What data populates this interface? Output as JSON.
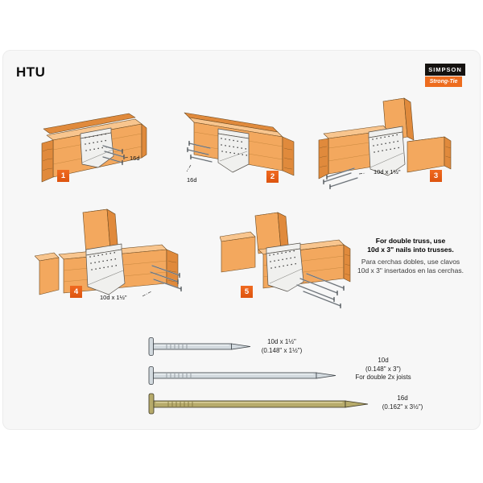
{
  "page": {
    "title": "HTU"
  },
  "logo": {
    "line1": "SIMPSON",
    "line2": "Strong-Tie"
  },
  "diagrams": [
    {
      "number": "1",
      "callout": "16d"
    },
    {
      "number": "2",
      "callout": "16d"
    },
    {
      "number": "3",
      "callout": "10d x 1½\""
    },
    {
      "number": "4",
      "callout": "10d x 1½\""
    },
    {
      "number": "5",
      "callout": ""
    }
  ],
  "note": {
    "en1": "For double truss, use",
    "en2": "10d x 3\" nails into trusses.",
    "es1": "Para cerchas dobles, use clavos",
    "es2": "10d x 3\" insertados en las cerchas."
  },
  "nail_legend": [
    {
      "name": "10d x 1½\"",
      "spec": "(0.148\" x 1½\")",
      "note": ""
    },
    {
      "name": "10d",
      "spec": "(0.148\" x 3\")",
      "note": "For double 2x joists"
    },
    {
      "name": "16d",
      "spec": "(0.162\" x 3½\")",
      "note": ""
    }
  ],
  "colors": {
    "brand_orange": "#ED6C1E",
    "badge_orange": "#E8611A",
    "wood": "#F3A85E",
    "hanger_metal": "#F0F0EE",
    "steel_nail": "#D3DADF",
    "brass_nail": "#B7AB6B",
    "panel_bg": "#F7F7F7"
  }
}
